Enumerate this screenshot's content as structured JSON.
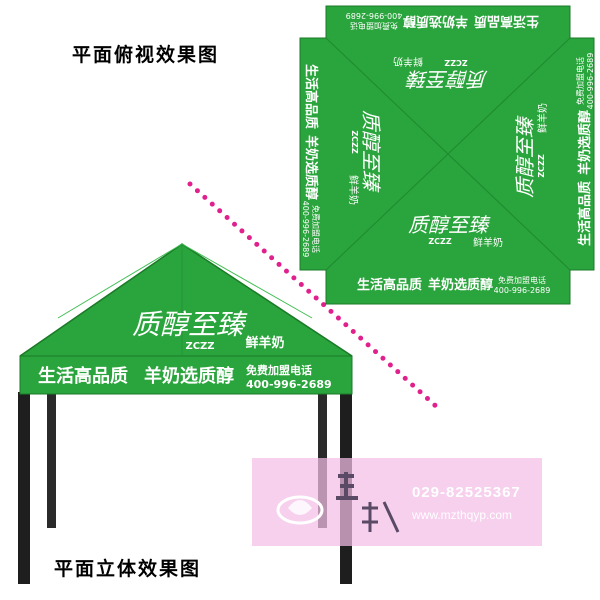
{
  "labels": {
    "top_view": "平面俯视效果图",
    "perspective_view": "平面立体效果图"
  },
  "brand": {
    "logo_text": "质醇至臻",
    "logo_sub": "ZCZZ",
    "product": "鲜羊奶",
    "slogan_left": "生活高品质",
    "slogan_right": "羊奶选质醇",
    "hotline_label": "免费加盟电话",
    "hotline_number": "400-996-2689"
  },
  "watermark": {
    "phone": "029-82525367",
    "url": "www.mzthqyp.com"
  },
  "colors": {
    "canopy_green": "#2aa43c",
    "canopy_text": "#ffffff",
    "pole": "#1e1e1e",
    "dotted_line": "#e0208c",
    "watermark_bg": "#f3bee6"
  }
}
